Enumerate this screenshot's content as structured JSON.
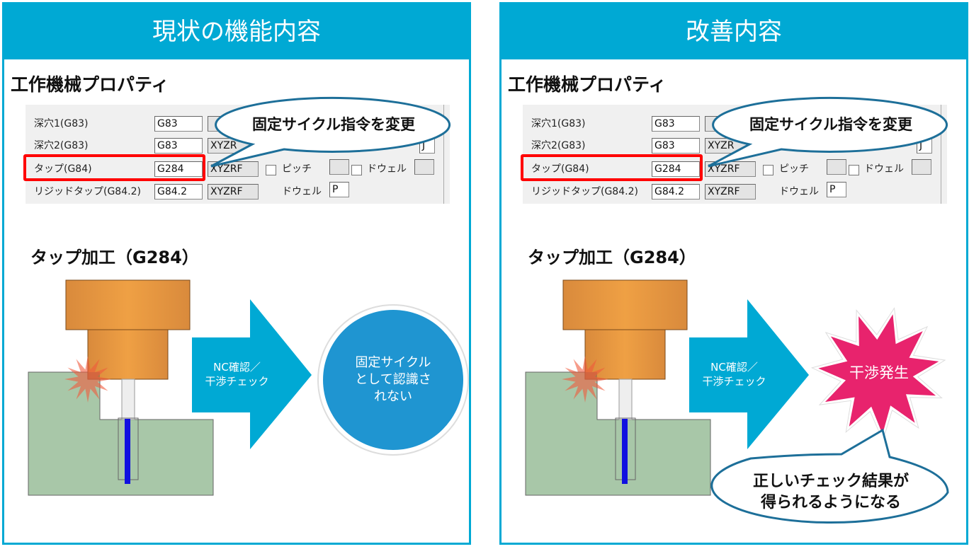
{
  "panels": [
    {
      "title": "現状の機能内容",
      "property_title": "工作機械プロパティ",
      "rows": [
        {
          "label": "深穴1(G83)",
          "code": "G83",
          "axes": ""
        },
        {
          "label": "深穴2(G83)",
          "code": "G83",
          "axes": "XYZR"
        },
        {
          "label": "タップ(G84)",
          "code": "G284",
          "axes": "XYZRF"
        },
        {
          "label": "リジッドタップ(G84.2)",
          "code": "G84.2",
          "axes": "XYZRF"
        }
      ],
      "pitch_label": "ピッチ",
      "dwell_label": "ドウェル",
      "dwell_value": "P",
      "row2_extra": "J",
      "callout": "固定サイクル指令を変更",
      "diagram_title": "タップ加工（G284）",
      "arrow_text": [
        "NC確認／",
        "干渉チェック"
      ],
      "result_lines": [
        "固定サイクル",
        "として認識さ",
        "れない"
      ]
    },
    {
      "title": "改善内容",
      "property_title": "工作機械プロパティ",
      "rows": [
        {
          "label": "深穴1(G83)",
          "code": "G83",
          "axes": ""
        },
        {
          "label": "深穴2(G83)",
          "code": "G83",
          "axes": "XYZR"
        },
        {
          "label": "タップ(G84)",
          "code": "G284",
          "axes": "XYZRF"
        },
        {
          "label": "リジッドタップ(G84.2)",
          "code": "G84.2",
          "axes": "XYZRF"
        }
      ],
      "pitch_label": "ピッチ",
      "dwell_label": "ドウェル",
      "dwell_value": "P",
      "row2_extra": "J",
      "callout": "固定サイクル指令を変更",
      "diagram_title": "タップ加工（G284）",
      "arrow_text": [
        "NC確認／",
        "干渉チェック"
      ],
      "result_lines": [
        "干渉発生"
      ],
      "bottom_callout": [
        "正しいチェック結果が",
        "得られるようになる"
      ]
    }
  ],
  "colors": {
    "accent": "#00a9d4",
    "orange": "#e99a40",
    "green": "#a8c7a8",
    "blue_circle": "#1f95d1",
    "burst": "#e8236d",
    "red": "#ff0000"
  }
}
